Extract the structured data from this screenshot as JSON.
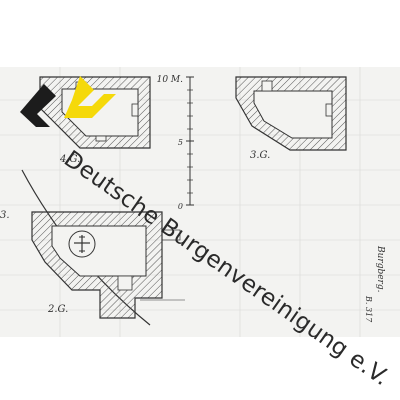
{
  "drawing": {
    "scale_label_top": "10 M.",
    "scale_label_mid": "5",
    "scale_label_bottom": "0",
    "plan_labels": [
      "4.G.",
      "3.G.",
      "2.G."
    ],
    "margin_left_mark": "3.",
    "side_note_1": "Burgberg.",
    "side_note_2": "B. 317"
  },
  "watermark": {
    "text": "Deutsche Burgenvereinigung e.V."
  },
  "colors": {
    "logo_black": "#1c1c1c",
    "logo_yellow": "#f5d90a",
    "ink": "#3a3a3a",
    "paper": "#f3f3f1"
  }
}
